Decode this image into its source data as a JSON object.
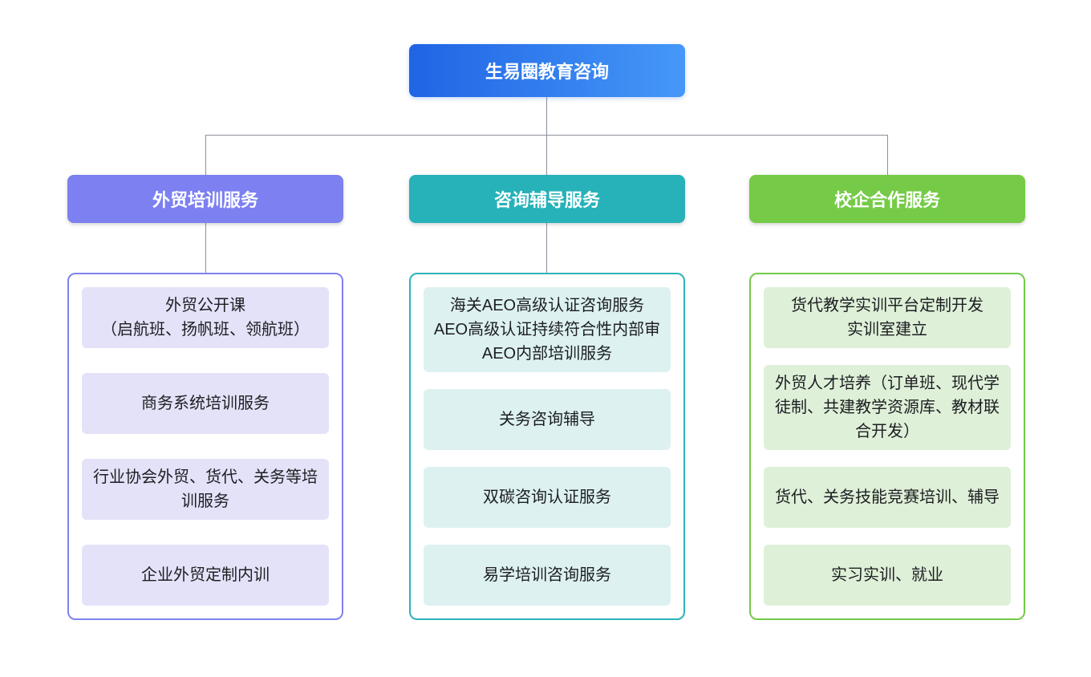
{
  "title": "生易圈教育咨询",
  "root": {
    "label": "生易圈教育咨询",
    "gradient_start": "#2064e4",
    "gradient_end": "#4598f8",
    "text_color": "#ffffff"
  },
  "connector_color": "#8a919b",
  "branches": [
    {
      "label": "外贸培训服务",
      "header_color": "#7c80f1",
      "border_color": "#7e82f0",
      "item_bg": "#e4e2f8",
      "items": [
        "外贸公开课\n（启航班、扬帆班、领航班）",
        "商务系统培训服务",
        "行业协会外贸、货代、关务等培训服务",
        "企业外贸定制内训"
      ]
    },
    {
      "label": "咨询辅导服务",
      "header_color": "#26b2b8",
      "border_color": "#2bb3b8",
      "item_bg": "#ddf1f1",
      "items": [
        "海关AEO高级认证咨询服务\nAEO高级认证持续符合性内部审\nAEO内部培训服务",
        "关务咨询辅导",
        "双碳咨询认证服务",
        "易学培训咨询服务"
      ]
    },
    {
      "label": "校企合作服务",
      "header_color": "#75cb47",
      "border_color": "#74ca47",
      "item_bg": "#def0d8",
      "items": [
        "货代教学实训平台定制开发\n实训室建立",
        "外贸人才培养（订单班、现代学徒制、共建教学资源库、教材联合开发）",
        "货代、关务技能竞赛培训、辅导",
        "实习实训、就业"
      ]
    }
  ]
}
